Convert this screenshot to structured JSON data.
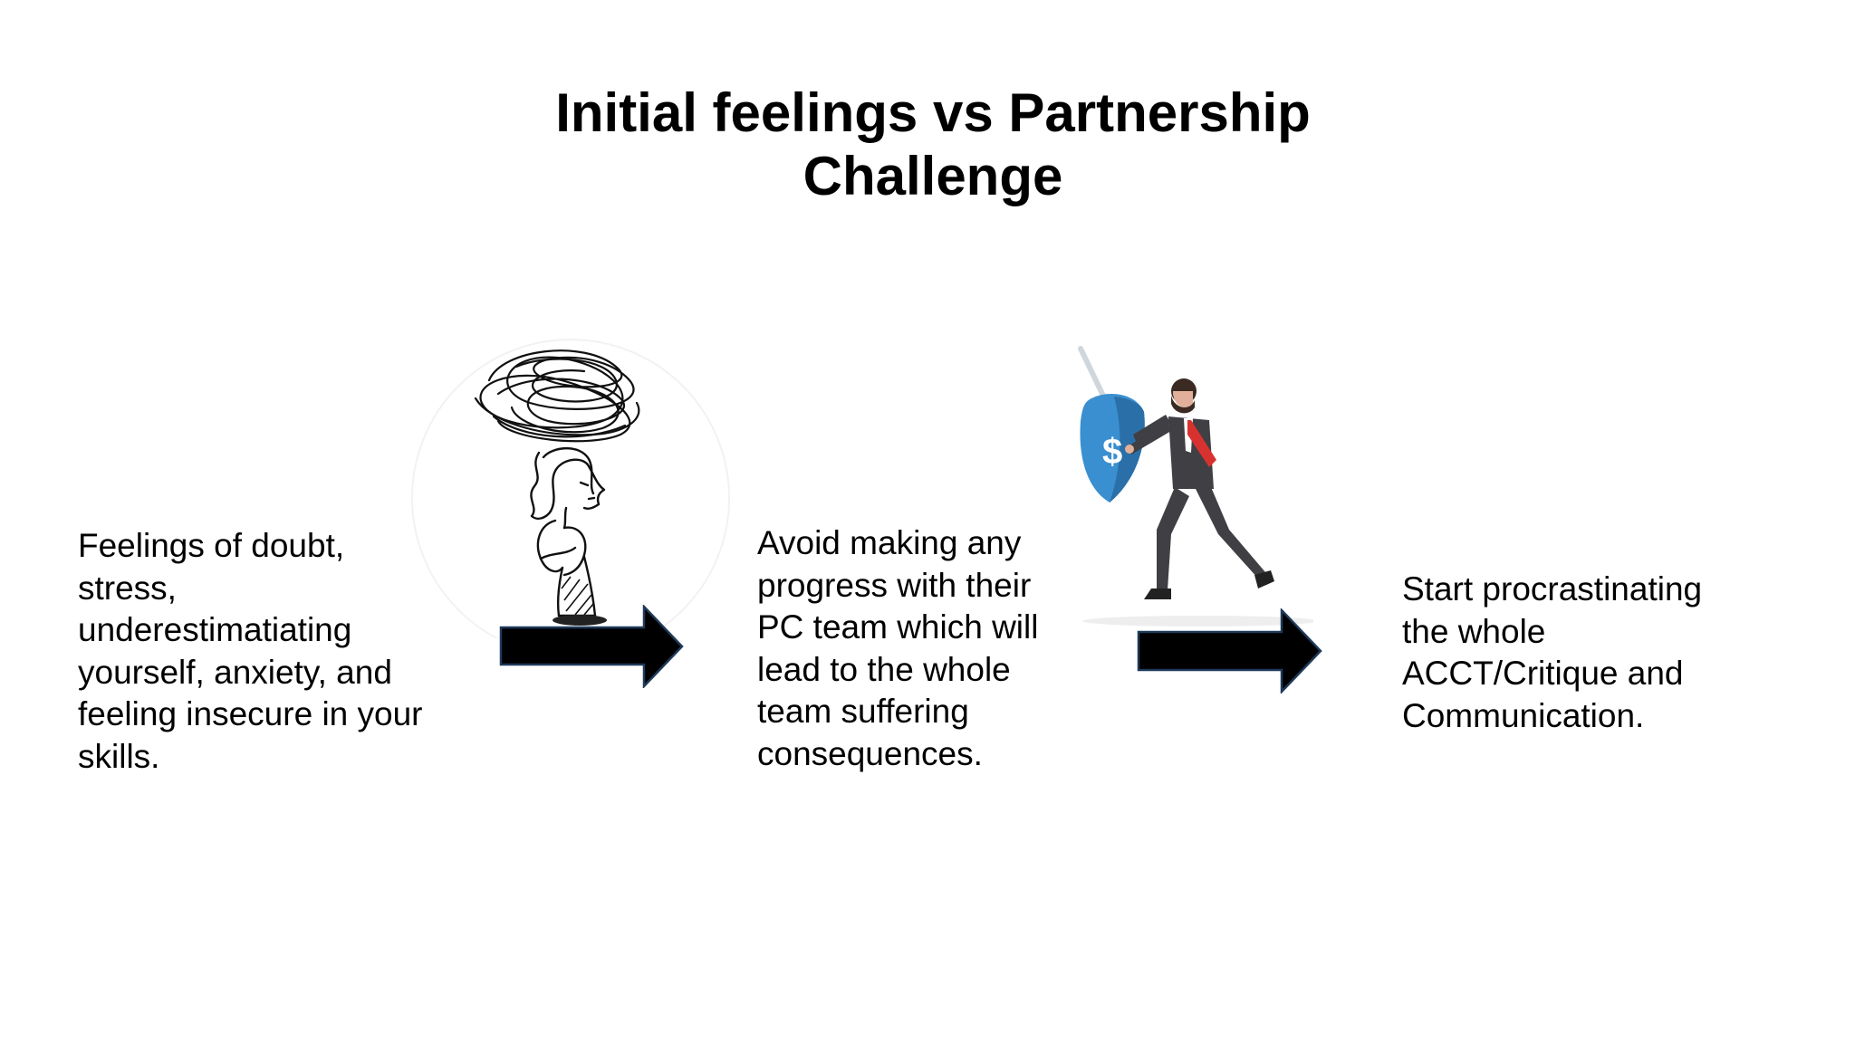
{
  "slide": {
    "title_line1": "Initial feelings vs Partnership",
    "title_line2": "Challenge",
    "steps": [
      {
        "text": "Feelings of doubt,\nstress,\nunderestimatiating\nyourself, anxiety, and\nfeeling insecure in your\nskills."
      },
      {
        "text": "Avoid making any\nprogress with their\nPC team which will\nlead to the whole\nteam suffering\nconsequences."
      },
      {
        "text": "Start procrastinating\nthe whole\nACCT/Critique and\nCommunication."
      }
    ],
    "illustrations": [
      {
        "icon": "stressed-person-scribble-cloud-icon"
      },
      {
        "icon": "businessman-with-sword-and-shield-icon",
        "shield_symbol": "$"
      }
    ],
    "colors": {
      "text": "#000000",
      "arrow_fill": "#000000",
      "arrow_stroke": "#1f3a5a",
      "shield": "#3a8fd0",
      "tie": "#d7322f",
      "suit": "#3f3f44"
    }
  }
}
